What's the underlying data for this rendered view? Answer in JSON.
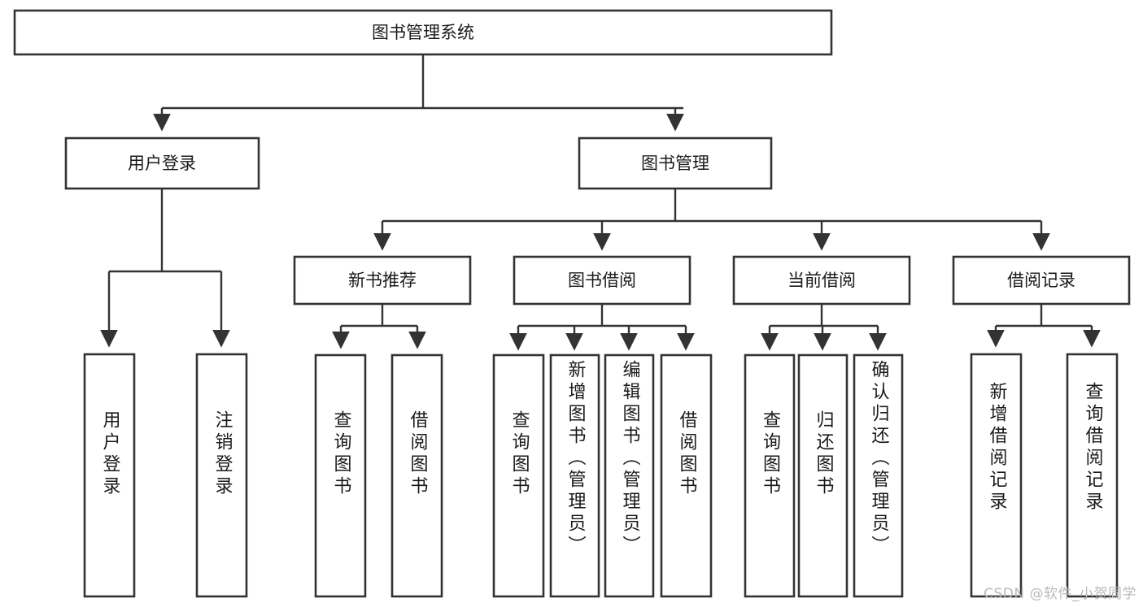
{
  "diagram": {
    "type": "tree",
    "title": "图书管理系统",
    "watermark": "CSDN @软件_小贺同学",
    "colors": {
      "box_stroke": "#333333",
      "box_fill": "#ffffff",
      "text": "#1a1a1a",
      "watermark": "#b9b9b9",
      "background": "#ffffff"
    },
    "root": {
      "label": "图书管理系统"
    },
    "level2": [
      {
        "label": "用户登录"
      },
      {
        "label": "图书管理"
      }
    ],
    "level3": [
      {
        "label": "新书推荐"
      },
      {
        "label": "图书借阅"
      },
      {
        "label": "当前借阅"
      },
      {
        "label": "借阅记录"
      }
    ],
    "leaves": {
      "user_login": [
        {
          "label": "用户登录"
        },
        {
          "label": "注销登录"
        }
      ],
      "new_book_recommend": [
        {
          "label": "查询图书"
        },
        {
          "label": "借阅图书"
        }
      ],
      "book_borrow": [
        {
          "label": "查询图书"
        },
        {
          "label": "新增图书（管理员）"
        },
        {
          "label": "编辑图书（管理员）"
        },
        {
          "label": "借阅图书"
        }
      ],
      "current_borrow": [
        {
          "label": "查询图书"
        },
        {
          "label": "归还图书"
        },
        {
          "label": "确认归还（管理员）"
        }
      ],
      "borrow_record": [
        {
          "label": "新增借阅记录"
        },
        {
          "label": "查询借阅记录"
        }
      ]
    }
  }
}
